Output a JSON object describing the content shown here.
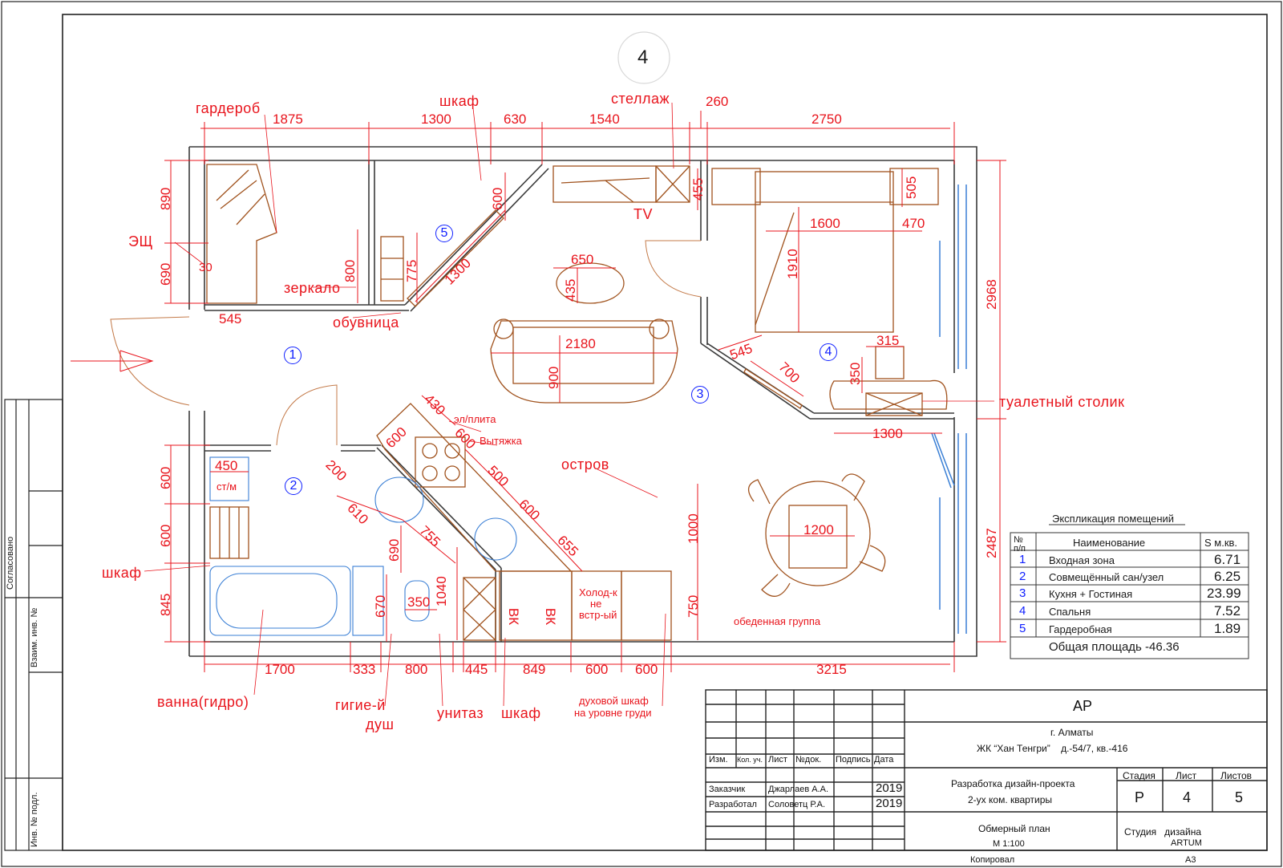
{
  "sheet_number": "4",
  "labels": {
    "garderob": "гардероб",
    "shkaf_top": "шкаф",
    "stellazh": "стеллаж",
    "tv": "TV",
    "eshch": "ЭЩ",
    "zerkalo": "зеркало",
    "obuvnitsa": "обувница",
    "el_plita": "эл/плита",
    "vytyazhka": "Вытяжка",
    "ostrov": "остров",
    "sm": "ст/м",
    "shkaf_left": "шкаф",
    "kholod_1": "Холод-к",
    "kholod_2": "не",
    "kholod_3": "встр-ый",
    "vk1": "ВК",
    "vk2": "ВК",
    "obedennaya": "обеденная группа",
    "tualetny": "туалетный столик",
    "vanna": "ванна(гидро)",
    "gigiena_1": "гигие-й",
    "gigiena_2": "душ",
    "unitaz": "унитаз",
    "shkaf_bottom": "шкаф",
    "dukhovoy_1": "духовой шкаф",
    "dukhovoy_2": "на уровне груди"
  },
  "dimensions": {
    "d1875": "1875",
    "d1300a": "1300",
    "d630": "630",
    "d1540": "1540",
    "d260": "260",
    "d2750": "2750",
    "d890": "890",
    "d690": "690",
    "d30": "30",
    "d545a": "545",
    "d800a": "800",
    "d775": "775",
    "d1300b": "1300",
    "d600a": "600",
    "d455": "455",
    "d650": "650",
    "d435": "435",
    "d2180": "2180",
    "d900": "900",
    "d505": "505",
    "d1600": "1600",
    "d470": "470",
    "d1910": "1910",
    "d2968": "2968",
    "d545b": "545",
    "d700": "700",
    "d315": "315",
    "d350a": "350",
    "d1300c": "1300",
    "d430": "430",
    "d600b": "600",
    "d600c": "600",
    "d200": "200",
    "d500": "500",
    "d610": "610",
    "d600d": "600",
    "d755": "755",
    "d655": "655",
    "d690b": "690",
    "d1040": "1040",
    "d670": "670",
    "d350b": "350",
    "d450": "450",
    "d600e": "600",
    "d600f": "600",
    "d845": "845",
    "d1000": "1000",
    "d750": "750",
    "d1200": "1200",
    "d2487": "2487",
    "b1700": "1700",
    "b333": "333",
    "b800": "800",
    "b445": "445",
    "b849": "849",
    "b600a": "600",
    "b600b": "600",
    "b3215": "3215"
  },
  "rooms": [
    "1",
    "2",
    "3",
    "4",
    "5"
  ],
  "explication": {
    "title": "Экспликация помещений",
    "headers": [
      "№\nп/п",
      "Наименование",
      "S м.кв."
    ],
    "rows": [
      {
        "no": "1",
        "name": "Входная зона",
        "area": "6.71"
      },
      {
        "no": "2",
        "name": "Совмещённый сан/узел",
        "area": "6.25"
      },
      {
        "no": "3",
        "name": "Кухня + Гостиная",
        "area": "23.99"
      },
      {
        "no": "4",
        "name": "Спальня",
        "area": "7.52"
      },
      {
        "no": "5",
        "name": "Гардеробная",
        "area": "1.89"
      }
    ],
    "total": "Общая площадь -46.36"
  },
  "side_stamp": {
    "agreed": "Согласовано",
    "vzam": "Взаим. инв. №",
    "inv": "Инв. № подл."
  },
  "title_block": {
    "code": "АР",
    "city": "г. Алматы",
    "address": "ЖК “Хан Тенгри”    д.-54/7, кв.-416",
    "col_izm": "Изм.",
    "col_kol": "Кол. уч.",
    "col_list": "Лист",
    "col_doc": "№док.",
    "col_sign": "Подпись",
    "col_date": "Дата",
    "customer_role": "Заказчик",
    "customer_name": "Джарлаев А.А.",
    "customer_year": "2019",
    "author_role": "Разработал",
    "author_name": "Соловетц Р.А.",
    "author_year": "2019",
    "project_1": "Разработка дизайн-проекта",
    "project_2": "2-ух ком. квартиры",
    "stage_h": "Стадия",
    "sheet_h": "Лист",
    "sheets_h": "Листов",
    "stage": "Р",
    "sheet": "4",
    "sheets": "5",
    "drawing_1": "Обмерный план",
    "drawing_2": "М 1:100",
    "studio_1": "Студия   дизайна",
    "studio_2": "ARTUM",
    "copied": "Копировал",
    "format": "А3"
  },
  "colors": {
    "walls": "#3a3a3a",
    "dims": "#e8141c",
    "furniture": "#a0521d",
    "plumbing": "#3a7fd5",
    "rooms": "#1020ff"
  }
}
